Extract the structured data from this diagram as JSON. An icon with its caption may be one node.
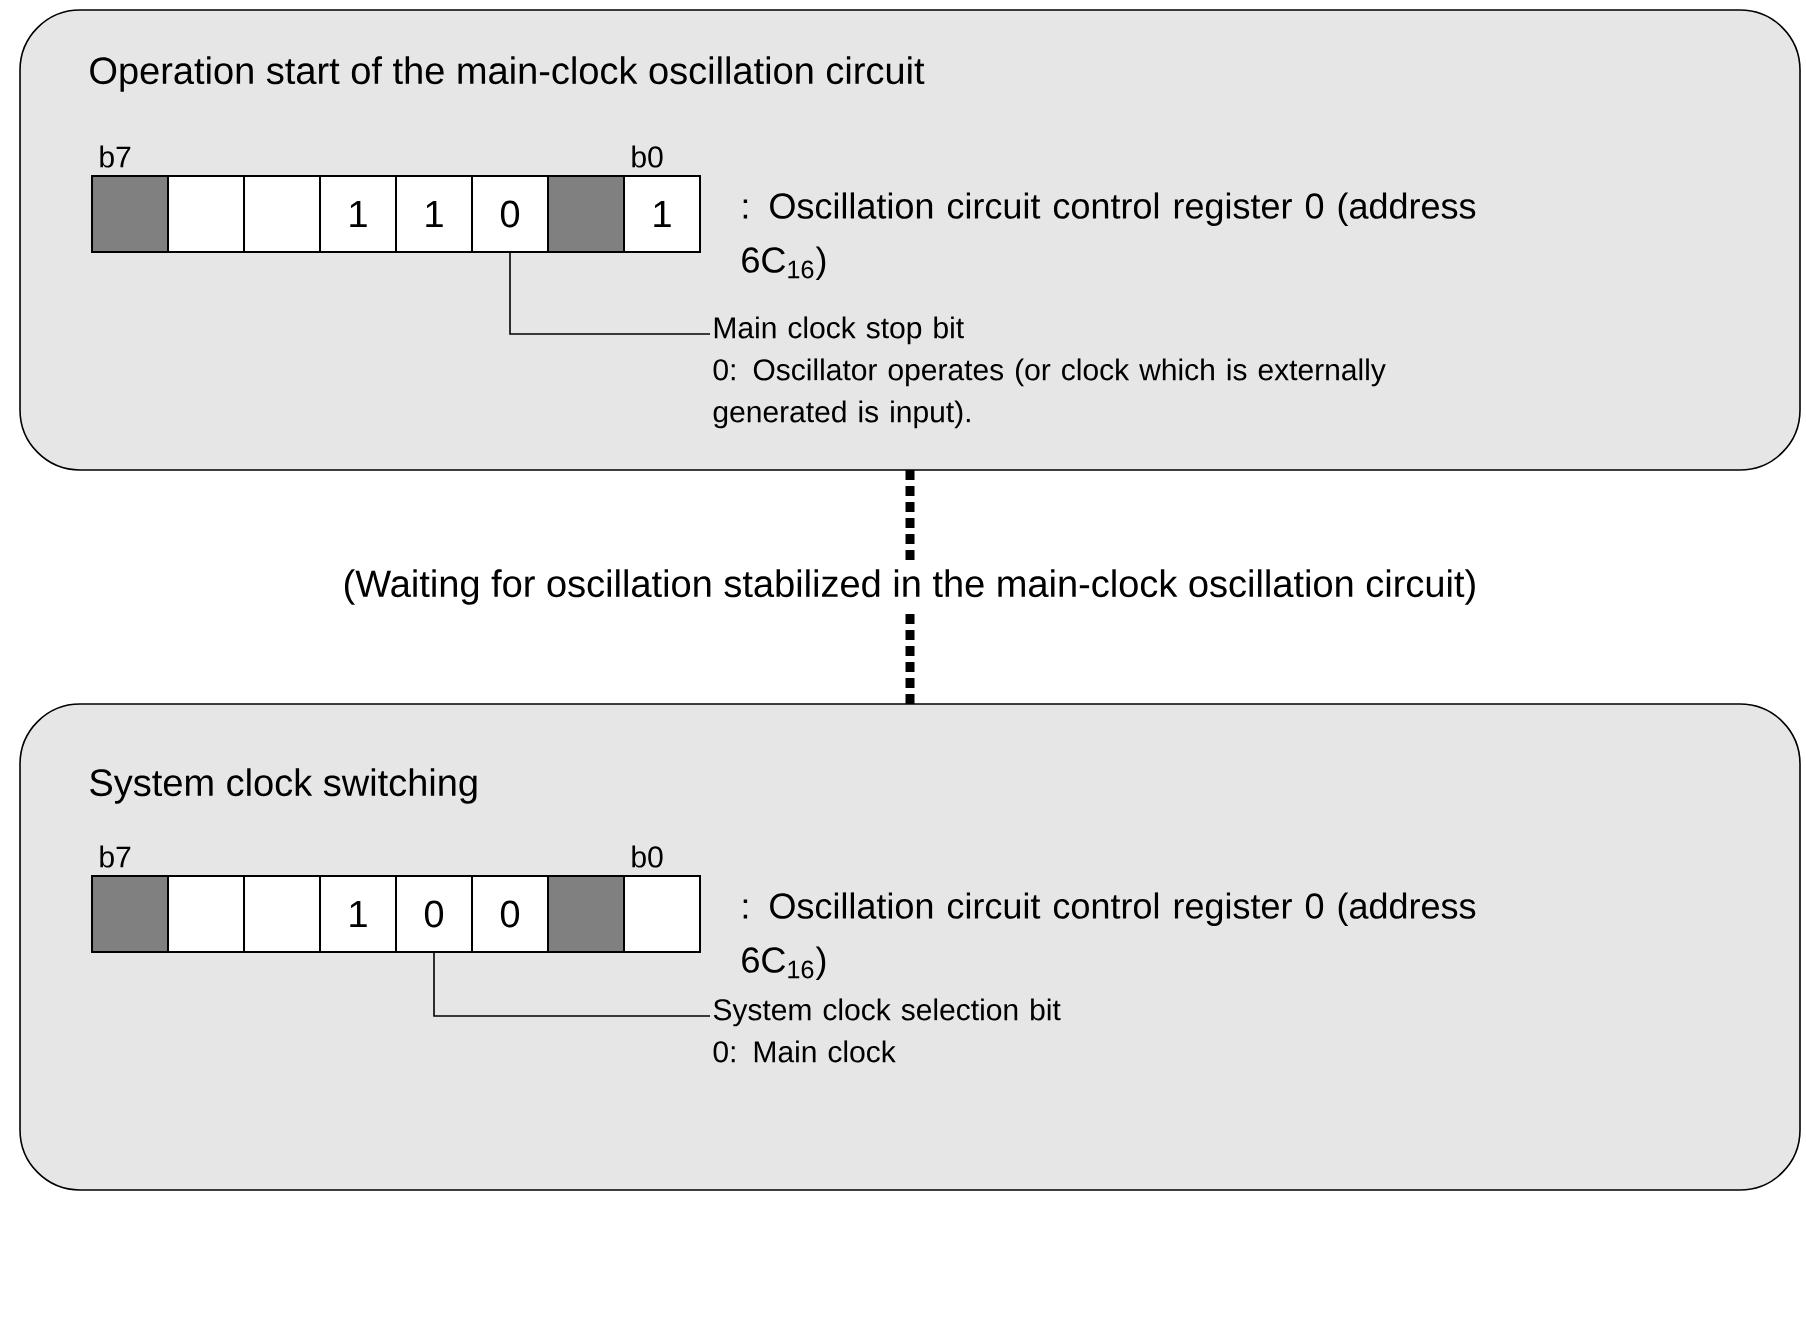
{
  "diagram": {
    "nodes": [
      {
        "text": [
          "Operation start of the main-clock oscillation circuit"
        ]
      },
      {
        "text": [],
        "shape": "box",
        "in": 0
      },
      {
        "text": [],
        "shape": "box",
        "in": 0
      },
      {
        "text": [],
        "shape": "box",
        "in": 0
      },
      {
        "text": [
          "1"
        ],
        "in": 0
      },
      {
        "text": [
          "1"
        ],
        "in": 0
      },
      {
        "text": [
          "0"
        ],
        "in": 0
      },
      {
        "text": [],
        "shape": "box",
        "in": 0
      },
      {
        "text": [
          "1"
        ],
        "in": 0
      },
      {
        "text": [
          "Main clock stop bit",
          "0: Oscillator operates (or clock which is externally generated is input)."
        ],
        "in": 0
      },
      {
        "text": [
          "System clock switching"
        ]
      },
      {
        "text": [],
        "shape": "box",
        "in": 10
      },
      {
        "text": [],
        "shape": "box",
        "in": 10
      },
      {
        "text": [],
        "shape": "box",
        "in": 10
      },
      {
        "text": [
          "1"
        ],
        "in": 10
      },
      {
        "text": [
          "0"
        ],
        "in": 10
      },
      {
        "text": [
          "0"
        ],
        "in": 10
      },
      {
        "text": [],
        "shape": "box",
        "in": 10
      },
      {
        "text": [],
        "shape": "box",
        "in": 10
      },
      {
        "text": [
          "System clock selection bit",
          "0: Main clock"
        ],
        "in": 10
      }
    ],
    "edges": [
      {
        "from": 9,
        "to": 6,
        "arrow": "none"
      },
      {
        "from": 0,
        "to": 10,
        "arrow": "none",
        "style": "dashed",
        "label": "(Waiting for oscillation stabilized in the main-clock oscillation circuit)"
      },
      {
        "from": 19,
        "to": 15,
        "arrow": "none"
      }
    ],
    "labels": [
      "b7",
      "b0",
      ": Oscillation circuit control register 0 (address 6C$_{16}$)",
      "b7",
      "b0",
      ": Oscillation circuit control register 0 (address 6C$_{16}$)"
    ]
  }
}
